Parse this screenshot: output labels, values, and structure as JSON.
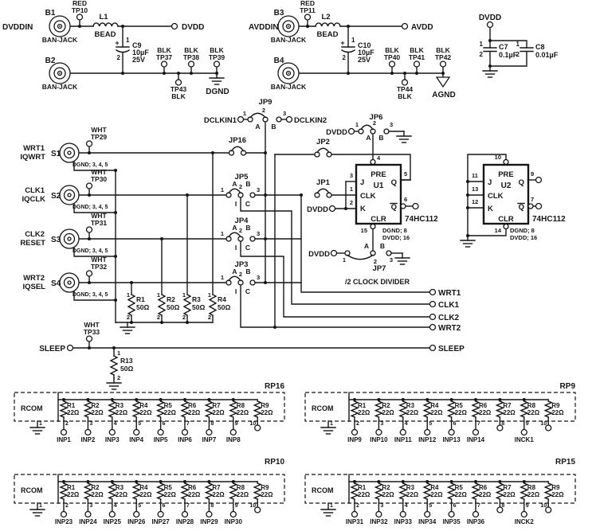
{
  "sym": {
    "n1": "1",
    "n2": "2",
    "n3": "3",
    "a": "A",
    "b": "B",
    "i": "I",
    "c": "C",
    "red": "RED",
    "blk": "BLK",
    "wht": "WHT",
    "plus": "+",
    "bead": "BEAD",
    "banjack": "BAN-JACK",
    "dvdd": "DVDD",
    "avdd": "AVDD",
    "dgnd": "DGND",
    "agnd": "AGND",
    "dgnd345": "DGND; 3, 4, 5",
    "dgnd8": "DGND; 8",
    "dvdd16": "DVDD; 16",
    "r50": "50Ω",
    "pre": "PRE",
    "clk": "CLK",
    "clr": "CLR",
    "j": "J",
    "k": "K",
    "q": "Q"
  },
  "power": {
    "dvddin": "DVDDIN",
    "avddin": "AVDDIN",
    "b1": "B1",
    "b2": "B2",
    "b3": "B3",
    "b4": "B4",
    "l1": "L1",
    "l2": "L2",
    "c9": {
      "name": "C9",
      "v1": "10µF",
      "v2": "25V"
    },
    "c10": {
      "name": "C10",
      "v1": "10µF",
      "v2": "25V"
    },
    "c7": {
      "name": "C7",
      "v": "0.1µF"
    },
    "c8": {
      "name": "C8",
      "v": "0.01µF"
    }
  },
  "tp": {
    "tp10": "TP10",
    "tp11": "TP11",
    "tp29": "TP29",
    "tp30": "TP30",
    "tp31": "TP31",
    "tp32": "TP32",
    "tp33": "TP33",
    "tp37": "TP37",
    "tp38": "TP38",
    "tp39": "TP39",
    "tp40": "TP40",
    "tp41": "TP41",
    "tp42": "TP42",
    "tp43": "TP43",
    "tp44": "TP44"
  },
  "jp": {
    "jp1": "JP1",
    "jp2": "JP2",
    "jp3": "JP3",
    "jp4": "JP4",
    "jp5": "JP5",
    "jp6": "JP6",
    "jp7": "JP7",
    "jp9": "JP9",
    "jp16": "JP16"
  },
  "sig": {
    "dclkin1": "DCLKIN1",
    "dclkin2": "DCLKIN2",
    "wrt1": "WRT1",
    "iqwrt": "IQWRT",
    "clk1": "CLK1",
    "iqclk": "IQCLK",
    "clk2": "CLK2",
    "reset": "RESET",
    "wrt2": "WRT2",
    "iqsel": "IQSEL",
    "sleep": "SLEEP",
    "s1": "S1",
    "s2": "S2",
    "s3": "S3",
    "s4": "S4",
    "out_wrt1": "WRT1",
    "out_clk1": "CLK1",
    "out_clk2": "CLK2",
    "out_wrt2": "WRT2",
    "out_sleep": "SLEEP"
  },
  "res": {
    "r1": "R1",
    "r2": "R2",
    "r3": "R3",
    "r4": "R4",
    "r13": "R13"
  },
  "u1": {
    "name": "U1",
    "part": "74HC112",
    "pre": "4",
    "j": "3",
    "clk": "1",
    "k": "2",
    "q": "5",
    "qb": "6",
    "clr": "15"
  },
  "u2": {
    "name": "U2",
    "part": "74HC112",
    "pre": "10",
    "j": "11",
    "clk": "13",
    "k": "12",
    "q": "9",
    "qb": "7",
    "clr": "14"
  },
  "divider_label": "/2 CLOCK DIVIDER",
  "packs": [
    {
      "name": "RP16",
      "outputs": [
        "INP1",
        "INP2",
        "INP3",
        "INP4",
        "INP5",
        "INP6",
        "INP7",
        "INP8",
        ""
      ]
    },
    {
      "name": "RP9",
      "outputs": [
        "INP9",
        "INP10",
        "INP11",
        "INP12",
        "INP13",
        "INP14",
        "",
        "INCK1",
        ""
      ]
    },
    {
      "name": "RP10",
      "outputs": [
        "INP23",
        "INP24",
        "INP25",
        "INP26",
        "INP27",
        "INP28",
        "INP29",
        "INP30",
        ""
      ]
    },
    {
      "name": "RP15",
      "outputs": [
        "INP31",
        "INP32",
        "INP33",
        "INP34",
        "INP35",
        "INP36",
        "",
        "INCK2",
        ""
      ]
    }
  ],
  "pack_common": {
    "rcom": "RCOM",
    "rnames": [
      "R1",
      "R2",
      "R3",
      "R4",
      "R5",
      "R6",
      "R7",
      "R8",
      "R9"
    ],
    "rvalue": "22Ω",
    "pins": [
      "1",
      "2",
      "3",
      "4",
      "5",
      "6",
      "7",
      "8",
      "9",
      "10"
    ]
  }
}
